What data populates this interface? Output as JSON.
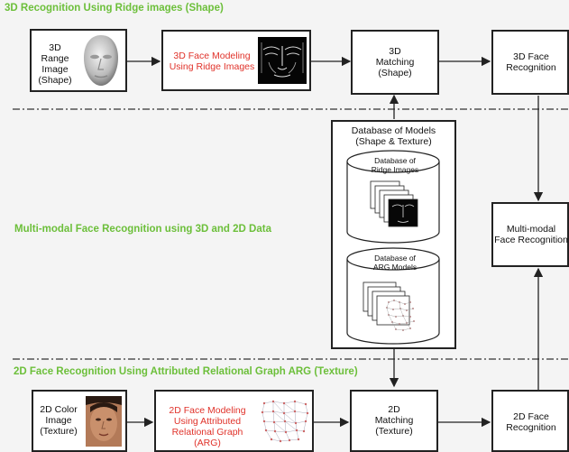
{
  "sections": {
    "top": "3D Recognition Using Ridge images (Shape)",
    "middle": "Multi-modal Face Recognition using 3D and 2D Data",
    "bottom": "2D Face Recognition Using Attributed Relational Graph ARG (Texture)"
  },
  "boxes": {
    "range_image": "3D Range\nImage\n(Shape)",
    "face_modeling_3d": "3D Face Modeling\nUsing Ridge Images",
    "matching_3d": "3D\nMatching\n(Shape)",
    "recognition_3d": "3D Face\nRecognition",
    "database_title": "Database of Models\n(Shape & Texture)",
    "db_ridge": "Database of\nRidge Images",
    "db_arg": "Database of\nARG Models",
    "multimodal": "Multi-modal\nFace Recognition",
    "color_image": "2D Color\nImage\n(Texture)",
    "face_modeling_2d": "2D Face Modeling\nUsing Attributed\nRelational Graph (ARG)",
    "matching_2d": "2D\nMatching\n(Texture)",
    "recognition_2d": "2D Face\nRecognition"
  },
  "colors": {
    "section_heading": "#6cbf3a",
    "modeling_text": "#e0322a"
  },
  "icons": [
    "face-3d-icon",
    "ridge-image-icon",
    "face-photo-icon",
    "arg-graph-icon",
    "database-cylinder-icon"
  ]
}
